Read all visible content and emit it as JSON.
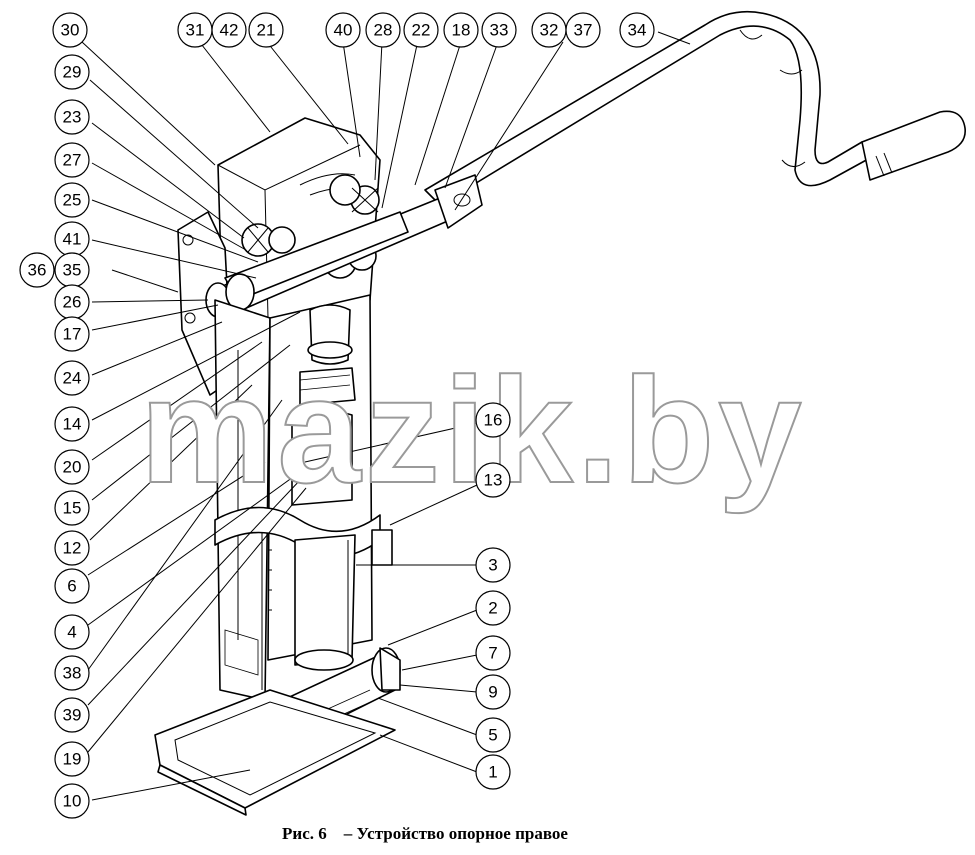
{
  "caption": {
    "figure": "Рис. 6",
    "text": "– Устройство опорное правое"
  },
  "watermark": "mazik.by",
  "callouts": [
    "30",
    "31",
    "42",
    "21",
    "40",
    "28",
    "22",
    "18",
    "33",
    "32",
    "37",
    "34",
    "29",
    "23",
    "27",
    "25",
    "41",
    "36",
    "35",
    "26",
    "17",
    "24",
    "14",
    "20",
    "15",
    "12",
    "6",
    "4",
    "38",
    "39",
    "19",
    "10",
    "16",
    "13",
    "3",
    "2",
    "7",
    "9",
    "5",
    "1"
  ]
}
